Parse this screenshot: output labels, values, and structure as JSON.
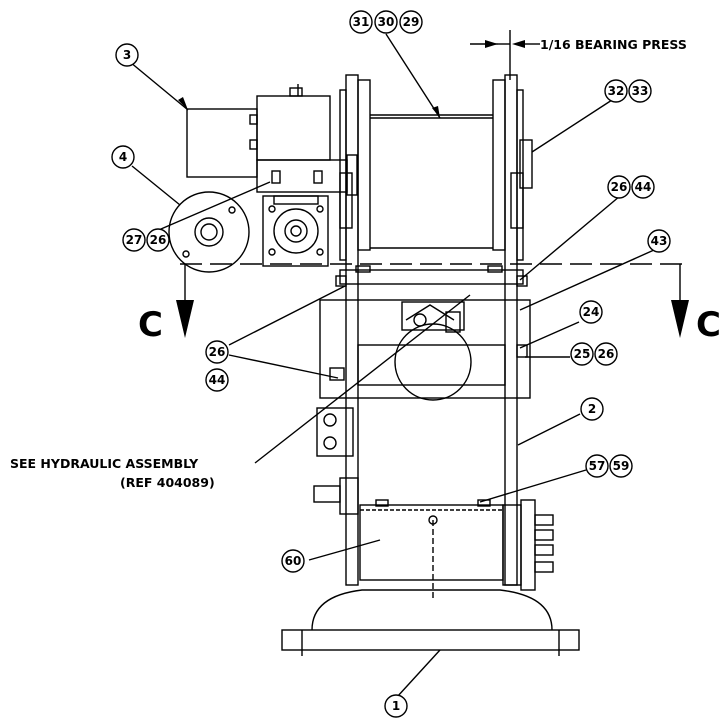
{
  "notes": {
    "bearing_press": "1/16 BEARING PRESS",
    "see_hydraulic": "SEE HYDRAULIC ASSEMBLY",
    "ref_hydraulic": "(REF 404089)"
  },
  "section_labels": {
    "left": "C",
    "right": "C"
  },
  "callouts": {
    "b31": "31",
    "b30": "30",
    "b29": "29",
    "b32": "32",
    "b33": "33",
    "b3": "3",
    "b4": "4",
    "b27": "27",
    "b26a": "26",
    "b26b": "26",
    "b44a": "44",
    "b43": "43",
    "b24": "24",
    "b25": "25",
    "b26c": "26",
    "b26d": "26",
    "b44b": "44",
    "b2": "2",
    "b57": "57",
    "b59": "59",
    "b60": "60",
    "b1": "1"
  }
}
